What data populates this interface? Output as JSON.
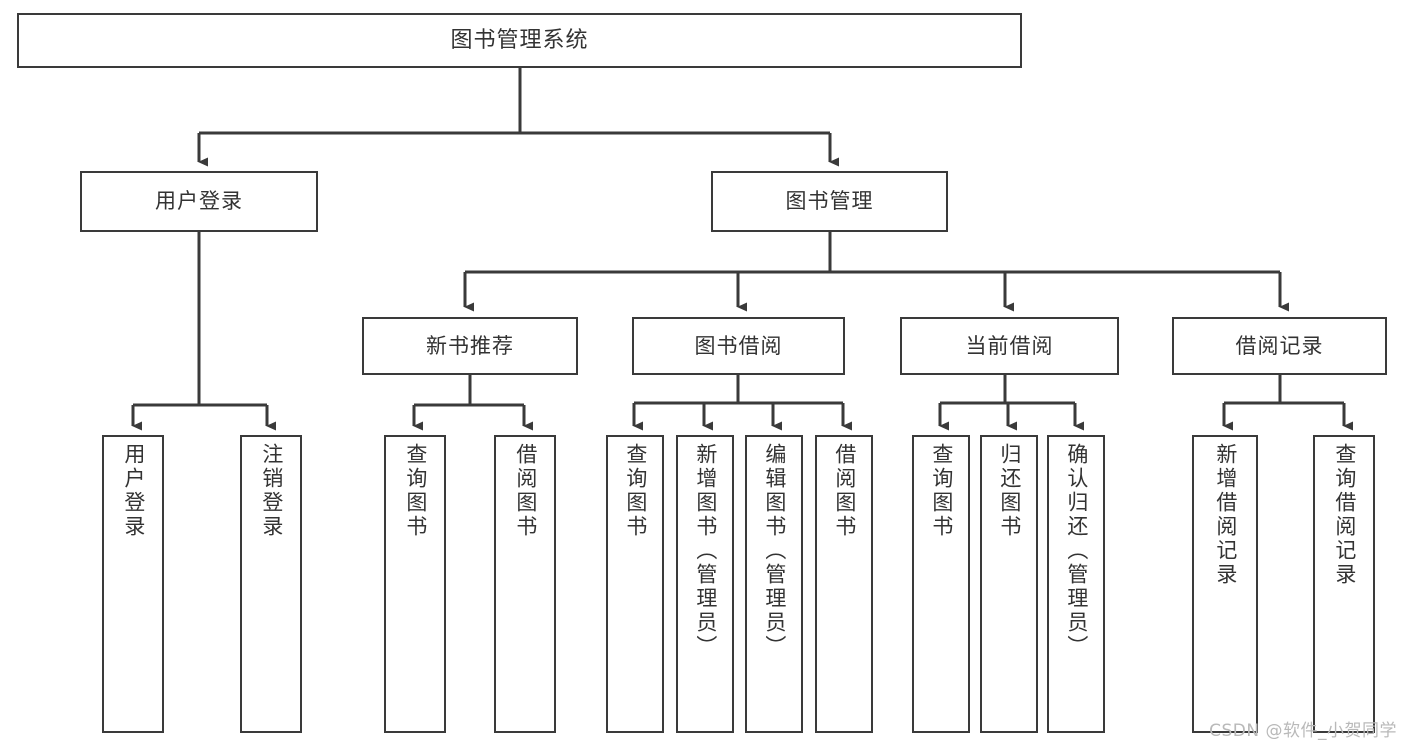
{
  "diagram": {
    "type": "tree",
    "title": "图书管理系统",
    "orientation": "top-down",
    "colors": {
      "line": "#3a3a3a",
      "box_fill": "#ffffff",
      "text": "#333333",
      "watermark": "#b9b9b9"
    },
    "root": {
      "label": "图书管理系统"
    },
    "level2": [
      {
        "label": "用户登录"
      },
      {
        "label": "图书管理"
      }
    ],
    "level3": [
      {
        "label": "新书推荐"
      },
      {
        "label": "图书借阅"
      },
      {
        "label": "当前借阅"
      },
      {
        "label": "借阅记录"
      }
    ],
    "leaves": [
      {
        "label": "用户登录",
        "parent": "用户登录"
      },
      {
        "label": "注销登录",
        "parent": "用户登录"
      },
      {
        "label": "查询图书",
        "parent": "新书推荐"
      },
      {
        "label": "借阅图书",
        "parent": "新书推荐"
      },
      {
        "label": "查询图书",
        "parent": "图书借阅"
      },
      {
        "label": "新增图书（管理员）",
        "parent": "图书借阅"
      },
      {
        "label": "编辑图书（管理员）",
        "parent": "图书借阅"
      },
      {
        "label": "借阅图书",
        "parent": "图书借阅"
      },
      {
        "label": "查询图书",
        "parent": "当前借阅"
      },
      {
        "label": "归还图书",
        "parent": "当前借阅"
      },
      {
        "label": "确认归还（管理员）",
        "parent": "当前借阅"
      },
      {
        "label": "新增借阅记录",
        "parent": "借阅记录"
      },
      {
        "label": "查询借阅记录",
        "parent": "借阅记录"
      }
    ]
  },
  "watermark": {
    "text": "CSDN @软件_小贺同学"
  }
}
